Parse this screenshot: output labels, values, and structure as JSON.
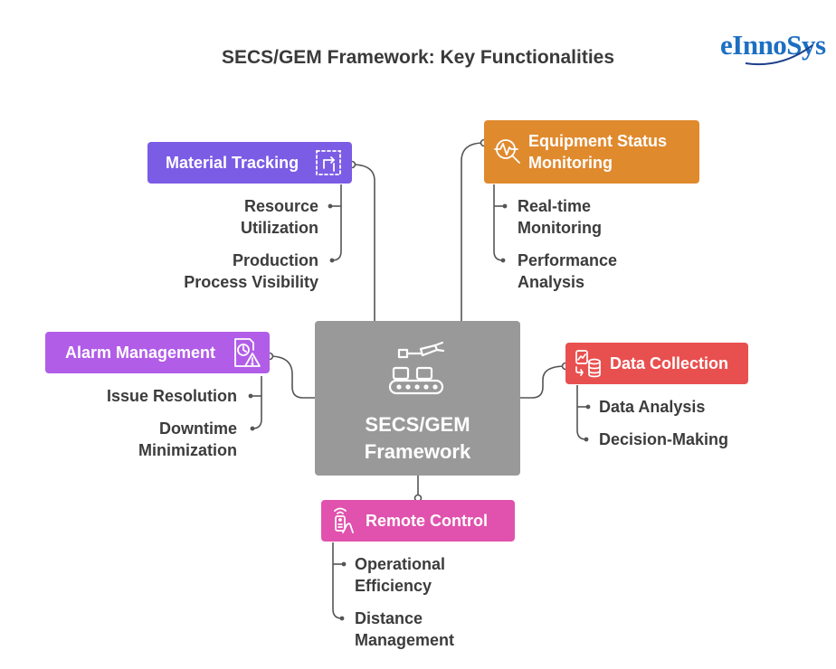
{
  "title": "SECS/GEM Framework: Key Functionalities",
  "logo": {
    "text": "eInnoSys"
  },
  "center": {
    "line1": "SECS/GEM",
    "line2": "Framework",
    "icon": "conveyor-robot-icon",
    "color": "#999999"
  },
  "nodes": {
    "material_tracking": {
      "label": "Material Tracking",
      "icon": "refresh-select-icon",
      "color": "#7b5ce5",
      "items": [
        {
          "line1": "Resource",
          "line2": "Utilization"
        },
        {
          "line1": "Production",
          "line2": "Process Visibility"
        }
      ]
    },
    "equipment_status": {
      "line1": "Equipment Status",
      "line2": "Monitoring",
      "icon": "heartbeat-search-icon",
      "color": "#e08a2e",
      "items": [
        {
          "line1": "Real-time",
          "line2": "Monitoring"
        },
        {
          "line1": "Performance",
          "line2": "Analysis"
        }
      ]
    },
    "alarm_management": {
      "label": "Alarm Management",
      "icon": "clock-warning-document-icon",
      "color": "#b15de8",
      "items": [
        {
          "line1": "Issue Resolution"
        },
        {
          "line1": "Downtime",
          "line2": "Minimization"
        }
      ]
    },
    "data_collection": {
      "label": "Data Collection",
      "icon": "chart-database-icon",
      "color": "#e8504f",
      "items": [
        {
          "line1": "Data Analysis"
        },
        {
          "line1": "Decision-Making"
        }
      ]
    },
    "remote_control": {
      "label": "Remote Control",
      "icon": "remote-control-icon",
      "color": "#e052ad",
      "items": [
        {
          "line1": "Operational",
          "line2": "Efficiency"
        },
        {
          "line1": "Distance",
          "line2": "Management"
        }
      ]
    }
  }
}
